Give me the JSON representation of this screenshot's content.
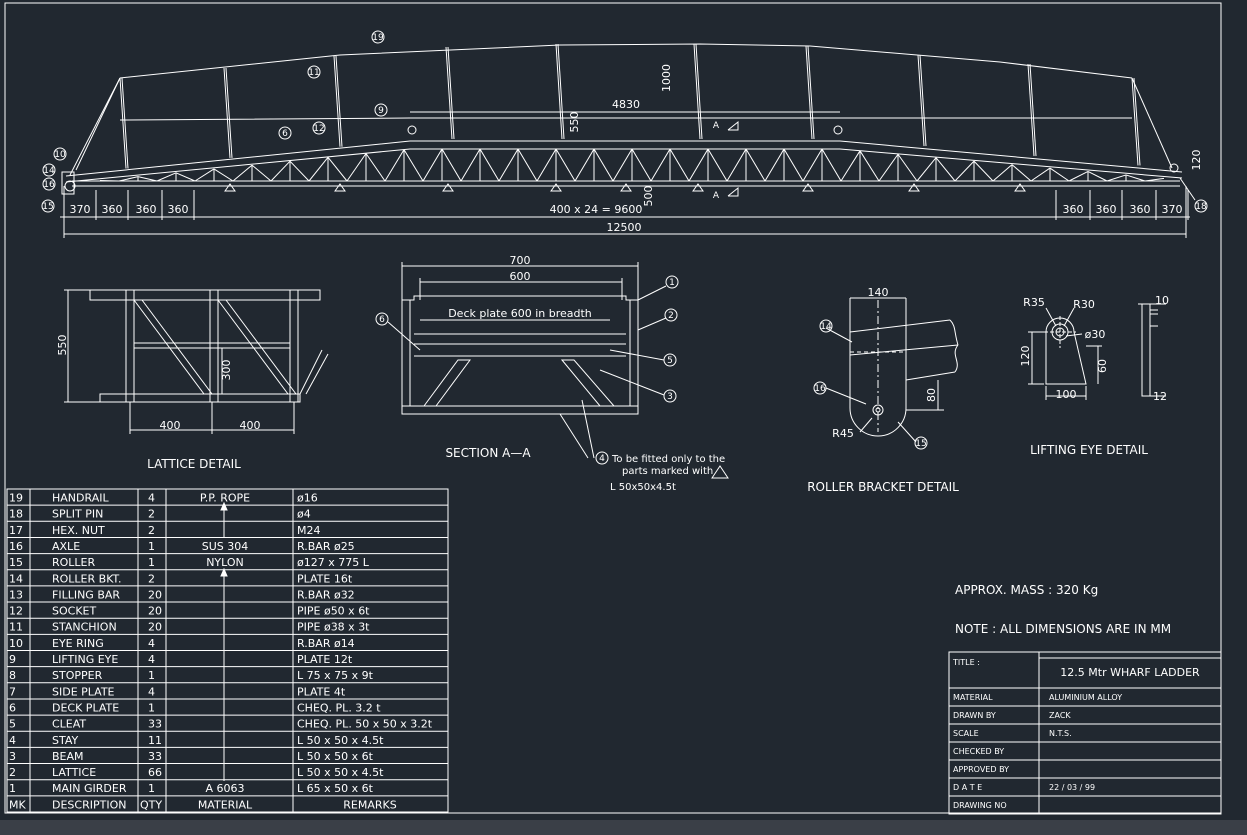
{
  "elevation": {
    "dims_top": [
      "1000",
      "4830",
      "550"
    ],
    "dims_left": [
      "370",
      "360",
      "360",
      "360"
    ],
    "dims_right": [
      "360",
      "360",
      "360",
      "370"
    ],
    "dim_center": "400 x 24 = 9600",
    "dim_500": "500",
    "dim_120": "120",
    "dim_overall": "12500",
    "section_mark": "A",
    "callouts": [
      "19",
      "11",
      "9",
      "6",
      "12",
      "10",
      "14",
      "16",
      "15",
      "18"
    ]
  },
  "lattice": {
    "title": "LATTICE DETAIL",
    "dims": [
      "550",
      "300",
      "400",
      "400"
    ]
  },
  "section": {
    "title": "SECTION A—A",
    "dims": [
      "700",
      "600"
    ],
    "deck_label": "Deck plate 600 in breadth",
    "callouts": [
      "1",
      "2",
      "5",
      "3",
      "6",
      "4"
    ],
    "note_lines": [
      "To be fitted only to the",
      "parts marked with",
      "L 50x50x4.5t"
    ]
  },
  "roller": {
    "title": "ROLLER BRACKET DETAIL",
    "dims": [
      "140",
      "80",
      "R45"
    ],
    "callouts": [
      "14",
      "16",
      "15"
    ]
  },
  "eye": {
    "title": "LIFTING EYE DETAIL",
    "dims": [
      "R35",
      "R30",
      "ø30",
      "120",
      "60",
      "100",
      "10",
      "12"
    ]
  },
  "mass": "APPROX. MASS : 320 Kg",
  "note": "NOTE : ALL DIMENSIONS ARE IN MM",
  "bom": {
    "header": [
      "MK",
      "DESCRIPTION",
      "QTY",
      "MATERIAL",
      "REMARKS"
    ],
    "rows": [
      [
        "19",
        "HANDRAIL",
        "4",
        "P.P. ROPE",
        "ø16"
      ],
      [
        "18",
        "SPLIT PIN",
        "2",
        "",
        "ø4"
      ],
      [
        "17",
        "HEX. NUT",
        "2",
        "",
        "M24"
      ],
      [
        "16",
        "AXLE",
        "1",
        "SUS 304",
        "R.BAR ø25"
      ],
      [
        "15",
        "ROLLER",
        "1",
        "NYLON",
        "ø127 x 775 L"
      ],
      [
        "14",
        "ROLLER BKT.",
        "2",
        "",
        "PLATE 16t"
      ],
      [
        "13",
        "FILLING BAR",
        "20",
        "",
        "R.BAR ø32"
      ],
      [
        "12",
        "SOCKET",
        "20",
        "",
        "PIPE ø50 x 6t"
      ],
      [
        "11",
        "STANCHION",
        "20",
        "",
        "PIPE ø38 x 3t"
      ],
      [
        "10",
        "EYE RING",
        "4",
        "",
        "R.BAR ø14"
      ],
      [
        "9",
        "LIFTING EYE",
        "4",
        "",
        "PLATE 12t"
      ],
      [
        "8",
        "STOPPER",
        "1",
        "",
        "L 75 x 75 x 9t"
      ],
      [
        "7",
        "SIDE PLATE",
        "4",
        "",
        "PLATE 4t"
      ],
      [
        "6",
        "DECK PLATE",
        "1",
        "",
        "CHEQ. PL. 3.2 t"
      ],
      [
        "5",
        "CLEAT",
        "33",
        "",
        "CHEQ. PL. 50 x 50 x 3.2t"
      ],
      [
        "4",
        "STAY",
        "11",
        "",
        "L 50 x 50 x 4.5t"
      ],
      [
        "3",
        "BEAM",
        "33",
        "",
        "L 50 x 50 x 6t"
      ],
      [
        "2",
        "LATTICE",
        "66",
        "",
        "L 50 x 50 x 4.5t"
      ],
      [
        "1",
        "MAIN GIRDER",
        "1",
        "A 6063",
        "L 65 x 50 x 6t"
      ]
    ]
  },
  "title_block": {
    "title_label": "TITLE :",
    "title_value": "12.5 Mtr WHARF LADDER",
    "rows": [
      [
        "MATERIAL",
        "ALUMINIUM ALLOY"
      ],
      [
        "DRAWN BY",
        "ZACK"
      ],
      [
        "SCALE",
        "N.T.S."
      ],
      [
        "CHECKED BY",
        ""
      ],
      [
        "APPROVED BY",
        ""
      ],
      [
        "D A T E",
        "22 / 03 / 99"
      ],
      [
        "DRAWING NO",
        ""
      ]
    ]
  },
  "colors": {
    "background": "#212830",
    "lines": "#ffffff",
    "statusbar": "#3a3f47"
  }
}
